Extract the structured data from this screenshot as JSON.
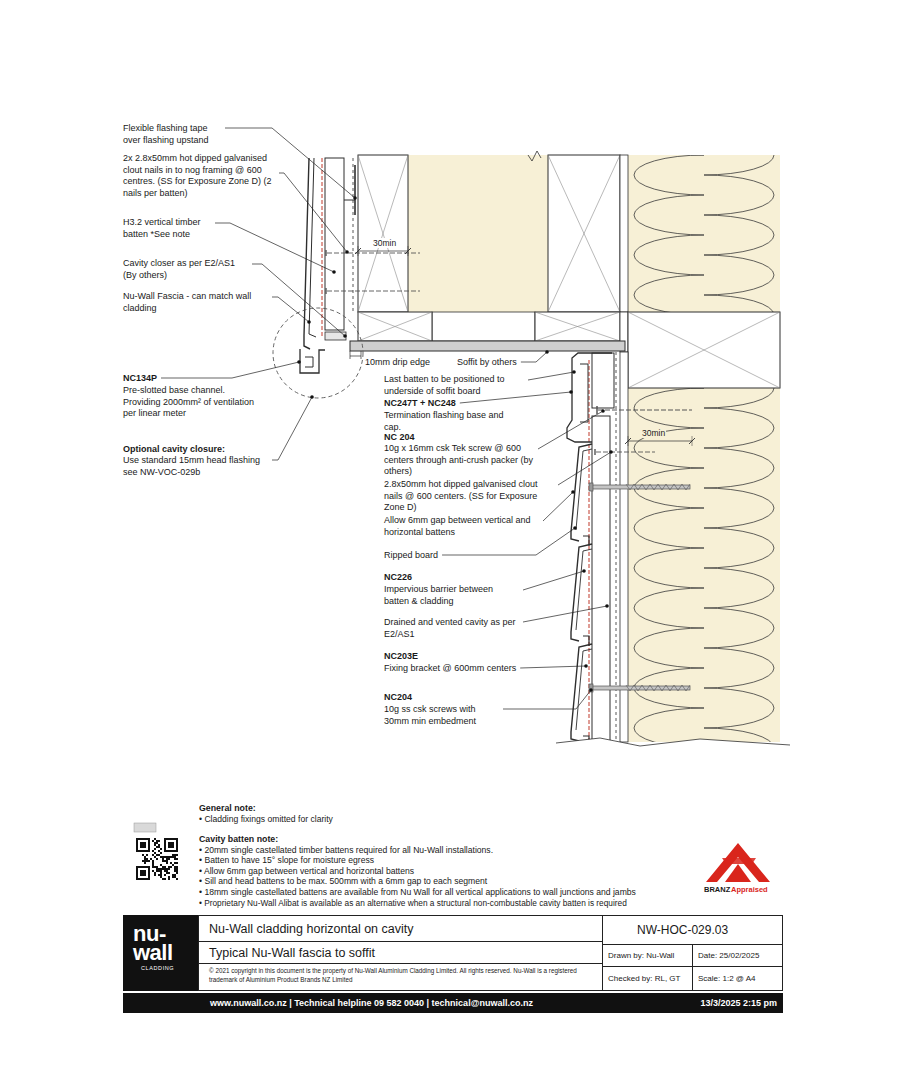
{
  "diagram": {
    "nodes": [
      {
        "text": [
          "nu- wall",
          "CLADDING"
        ]
      },
      {
        "text": [
          "Nu-Wall cladding horizontal on cavity",
          "Typical Nu-Wall fascia to soffit",
          "© 2021 copyright in this document is the property of Nu-Wall Aluminium Cladding Limited. All rights reserved. Nu-Wall is a registered trademark of Aluminium Product Brands NZ Limited"
        ]
      },
      {
        "text": [
          "NW-HOC-029.03"
        ]
      },
      {
        "text": [
          "Drawn by: Nu-Wall"
        ]
      },
      {
        "text": [
          "Date: 25/02/2025"
        ]
      },
      {
        "text": [
          "Checked by: RL, GT"
        ]
      },
      {
        "text": [
          "Scale: 1:2 @ A4"
        ]
      },
      {
        "text": [
          "www.nuwall.co.nz | Technical helpline 09 582 0040 | technical@nuwall.co.nz",
          "13/3/2025 2:15 pm"
        ]
      }
    ],
    "labels": [
      "Flexible flashing tape over flashing upstand",
      "2x 2.8x50mm hot dipped galvanised clout nails in to nog framing @ 600 centres. (SS for Exposure Zone D) (2 nails per batten)",
      "H3.2 vertical timber batten *See note",
      "Cavity closer as per E2/AS1 (By others)",
      "Nu-Wall Fascia - can match wall cladding",
      "30min",
      "10mm drip edge",
      "Soffit by others",
      "NC134P",
      "Pre-slotted base channel. Providing 2000mm² of ventilation per linear meter",
      "Last batten to be positioned to underside of soffit board",
      "NC247T + NC248",
      "Termination flashing base and cap.",
      "NC 204",
      "10g x 16mm csk Tek screw @ 600 centers through anti-crush packer (by others)",
      "30min",
      "Optional cavity closure:",
      "Use standard 15mm head flashing see NW-VOC-029b",
      "2.8x50mm hot dipped galvanised clout nails @ 600 centers. (SS for Exposure Zone D)",
      "Allow 6mm gap between vertical and horizontal battens",
      "Ripped board",
      "NC226",
      "Impervious barrier between batten & cladding",
      "Drained and vented cavity as per E2/AS1",
      "NC203E",
      "Fixing bracket @ 600mm centers",
      "NC204",
      "10g ss csk screws with 30mm min embedment",
      "General note:",
      "• Cladding fixings omitted for clarity",
      "Cavity batten note:",
      "• 20mm single castellated timber battens required for all Nu-Wall installations.",
      "• Batten to have 15° slope for moisture egress",
      "• Allow 6mm gap between vertical and horizontal battens",
      "• Sill and head battens to be max. 500mm with a 6mm gap to each segment",
      "• 18mm single castellated battens are available from Nu Wall for all vertical applications to wall junctions and jambs",
      "• Proprietary Nu-Wall Alibat is available as an alternative when a structural non-combustable cavity batten is required",
      "BRANZ",
      "Appraised"
    ]
  }
}
